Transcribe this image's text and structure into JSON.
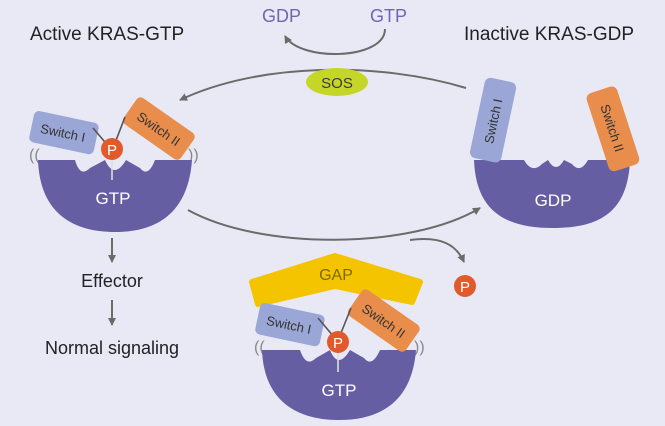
{
  "labels": {
    "active_title": "Active KRAS-GTP",
    "inactive_title": "Inactive KRAS-GDP",
    "gdp_top": "GDP",
    "gtp_top": "GTP",
    "sos": "SOS",
    "gap": "GAP",
    "effector": "Effector",
    "normal_signaling": "Normal signaling"
  },
  "proteins": {
    "active": {
      "switch1": "Switch I",
      "switch2": "Switch II",
      "phosphate": "P",
      "nucleotide": "GTP"
    },
    "inactive": {
      "switch1": "Switch I",
      "switch2": "Switch II",
      "nucleotide": "GDP"
    },
    "gap_bound": {
      "switch1": "Switch I",
      "switch2": "Switch II",
      "phosphate": "P",
      "nucleotide": "GTP"
    },
    "released_phosphate": "P"
  },
  "colors": {
    "background": "#e9e9f6",
    "protein_body": "#665ea3",
    "switch1": "#9aa6d6",
    "switch2": "#e88d4c",
    "phosphate": "#e05a2b",
    "sos": "#c5d629",
    "gap": "#f5c400",
    "nucleotide_text_top": "#6d67b3",
    "arrow": "#6b6b6b"
  }
}
